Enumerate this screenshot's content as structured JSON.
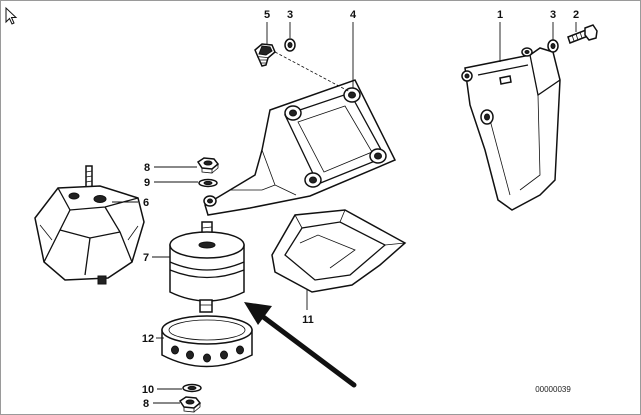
{
  "callouts": {
    "c1": "1",
    "c2": "2",
    "c3a": "3",
    "c3b": "3",
    "c4": "4",
    "c5": "5",
    "c6": "6",
    "c7": "7",
    "c8a": "8",
    "c8b": "8",
    "c9": "9",
    "c10": "10",
    "c11": "11",
    "c12": "12"
  },
  "diagram_code": "00000039"
}
